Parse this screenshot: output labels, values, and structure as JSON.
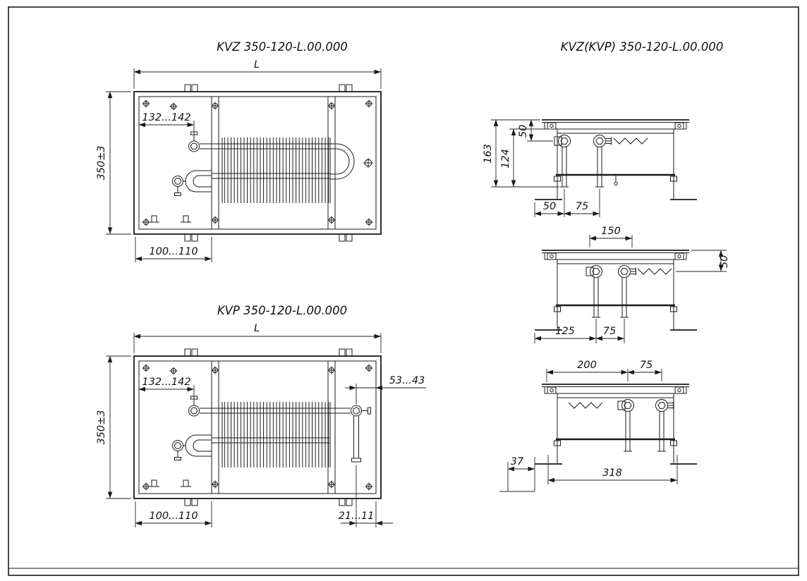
{
  "page": {
    "background": "#ffffff",
    "line_color": "#1a1a1a"
  },
  "kvz": {
    "title": "KVZ 350-120-L.00.000",
    "dim_length": "L",
    "dim_height": "350±3",
    "dim_inlet": "132...142",
    "dim_bottom": "100...110"
  },
  "kvp": {
    "title": "KVP 350-120-L.00.000",
    "dim_length": "L",
    "dim_height": "350±3",
    "dim_inlet": "132...142",
    "dim_right": "53...43",
    "dim_bottom": "100...110",
    "dim_bottom_right": "21...11"
  },
  "sections": {
    "title": "KVZ(KVP) 350-120-L.00.000",
    "s1": {
      "depth_total": "163",
      "depth_body": "124",
      "top_offset": "50",
      "bottom_a": "50",
      "bottom_b": "75"
    },
    "s2": {
      "top_span": "150",
      "right_offset": "50",
      "bottom_a": "125",
      "bottom_b": "75"
    },
    "s3": {
      "top_a": "200",
      "top_b": "75",
      "bottom_a": "37",
      "bottom_b": "318"
    }
  }
}
